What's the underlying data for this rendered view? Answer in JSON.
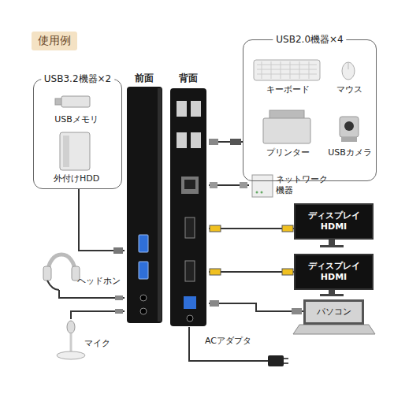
{
  "diagram": {
    "title": "使用例",
    "nodes": [
      {
        "text": [
          "USB3.2機器×2"
        ]
      },
      {
        "text": [
          "USBメモリ"
        ],
        "in": 0
      },
      {
        "text": [
          "外付けHDD"
        ],
        "in": 0
      },
      {
        "text": [
          "USB2.0機器×4"
        ]
      },
      {
        "text": [
          "キーボード"
        ],
        "in": 3
      },
      {
        "text": [
          "マウス"
        ],
        "in": 3
      },
      {
        "text": [
          "プリンター"
        ],
        "in": 3
      },
      {
        "text": [
          "USBカメラ"
        ],
        "in": 3
      },
      {
        "text": [
          "前面"
        ]
      },
      {
        "text": [
          "背面"
        ]
      },
      {
        "text": [
          "ネットワーク 機器"
        ]
      },
      {
        "text": [
          "ディスプレイ HDMI"
        ]
      },
      {
        "text": [
          "ディスプレイ HDMI"
        ]
      },
      {
        "text": [
          "パソコン"
        ]
      },
      {
        "text": [
          "ヘッドホン"
        ]
      },
      {
        "text": [
          "マイク"
        ]
      },
      {
        "text": [
          "ACアダプタ"
        ]
      }
    ],
    "edges": [
      {
        "from": 0,
        "to": 8,
        "arrow": "none"
      },
      {
        "from": 3,
        "to": 9,
        "arrow": "none"
      },
      {
        "from": 9,
        "to": 10,
        "arrow": "none"
      },
      {
        "from": 9,
        "to": 11,
        "arrow": "none"
      },
      {
        "from": 9,
        "to": 12,
        "arrow": "none"
      },
      {
        "from": 9,
        "to": 13,
        "arrow": "none"
      },
      {
        "from": 8,
        "to": 14,
        "arrow": "none"
      },
      {
        "from": 8,
        "to": 15,
        "arrow": "none"
      },
      {
        "from": 9,
        "to": 16,
        "arrow": "none"
      }
    ]
  }
}
